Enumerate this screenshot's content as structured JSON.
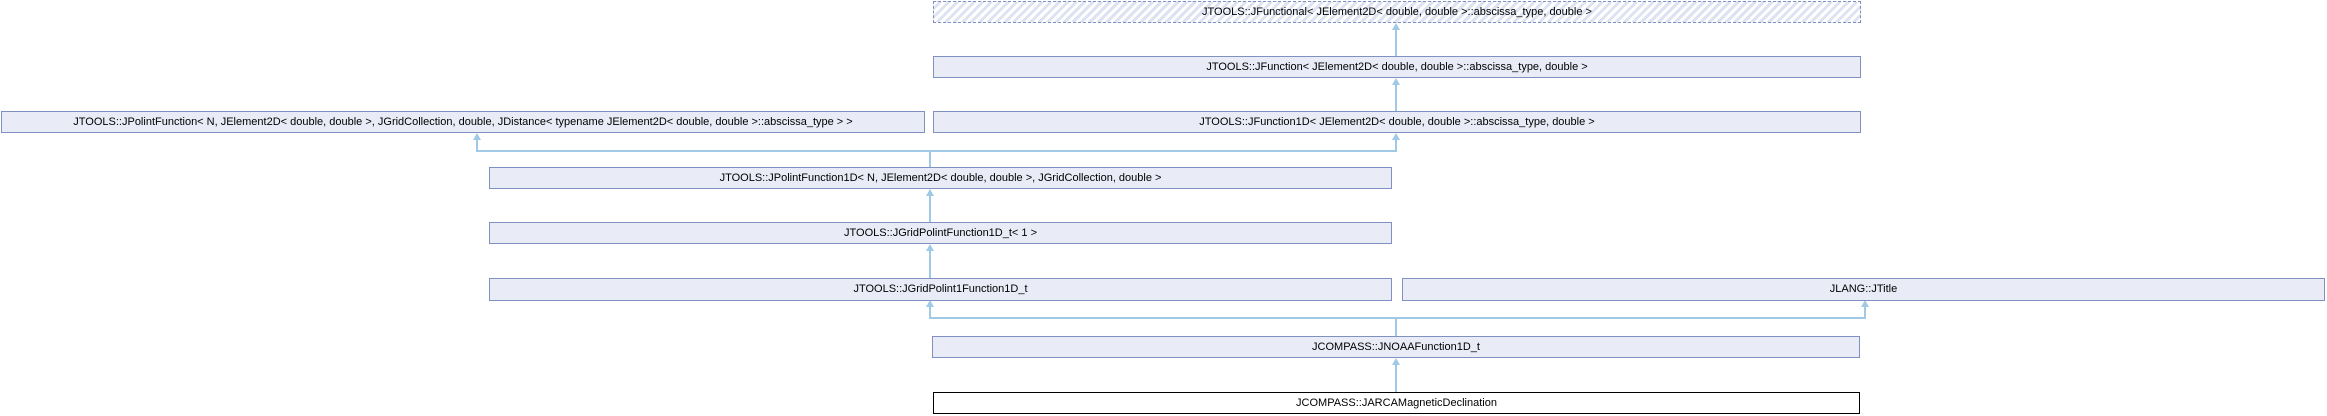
{
  "diagram": {
    "kind": "class-inheritance-diagram",
    "nodes": [
      {
        "id": "jfunctional",
        "label": "JTOOLS::JFunctional< JElement2D< double, double >::abscissa_type, double >",
        "style": "hatched"
      },
      {
        "id": "jfunction",
        "label": "JTOOLS::JFunction< JElement2D< double, double >::abscissa_type, double >",
        "style": "default"
      },
      {
        "id": "jpolintfunction",
        "label": "JTOOLS::JPolintFunction< N, JElement2D< double, double >, JGridCollection, double, JDistance< typename JElement2D< double, double >::abscissa_type > >",
        "style": "default"
      },
      {
        "id": "jfunction1d",
        "label": "JTOOLS::JFunction1D< JElement2D< double, double >::abscissa_type, double >",
        "style": "default"
      },
      {
        "id": "jpolintfunction1d",
        "label": "JTOOLS::JPolintFunction1D< N, JElement2D< double, double >, JGridCollection, double >",
        "style": "default"
      },
      {
        "id": "jgridpolintfunction1d-t",
        "label": "JTOOLS::JGridPolintFunction1D_t< 1 >",
        "style": "default"
      },
      {
        "id": "jgridpolint1function1d-t",
        "label": "JTOOLS::JGridPolint1Function1D_t",
        "style": "default"
      },
      {
        "id": "jtitle",
        "label": "JLANG::JTitle",
        "style": "default"
      },
      {
        "id": "jnoaafunction1d-t",
        "label": "JCOMPASS::JNOAAFunction1D_t",
        "style": "default"
      },
      {
        "id": "jarcamagneticdeclination",
        "label": "JCOMPASS::JARCAMagneticDeclination",
        "style": "current"
      }
    ],
    "edges": [
      {
        "from": "jfunction",
        "to": "jfunctional",
        "relation": "inherits"
      },
      {
        "from": "jfunction1d",
        "to": "jfunction",
        "relation": "inherits"
      },
      {
        "from": "jpolintfunction1d",
        "to": "jpolintfunction",
        "relation": "inherits"
      },
      {
        "from": "jpolintfunction1d",
        "to": "jfunction1d",
        "relation": "inherits"
      },
      {
        "from": "jgridpolintfunction1d-t",
        "to": "jpolintfunction1d",
        "relation": "inherits"
      },
      {
        "from": "jgridpolint1function1d-t",
        "to": "jgridpolintfunction1d-t",
        "relation": "inherits"
      },
      {
        "from": "jnoaafunction1d-t",
        "to": "jgridpolint1function1d-t",
        "relation": "inherits"
      },
      {
        "from": "jnoaafunction1d-t",
        "to": "jtitle",
        "relation": "inherits"
      },
      {
        "from": "jarcamagneticdeclination",
        "to": "jnoaafunction1d-t",
        "relation": "inherits"
      }
    ],
    "colors": {
      "background": "#ffffff",
      "node_fill": "#e9ecf7",
      "node_border": "#7f90c1",
      "hatch_stripe": "#dde3f3",
      "edge": "#9fc9e4",
      "current_node_border": "#000000",
      "current_node_fill": "#ffffff",
      "text": "#000000"
    }
  }
}
